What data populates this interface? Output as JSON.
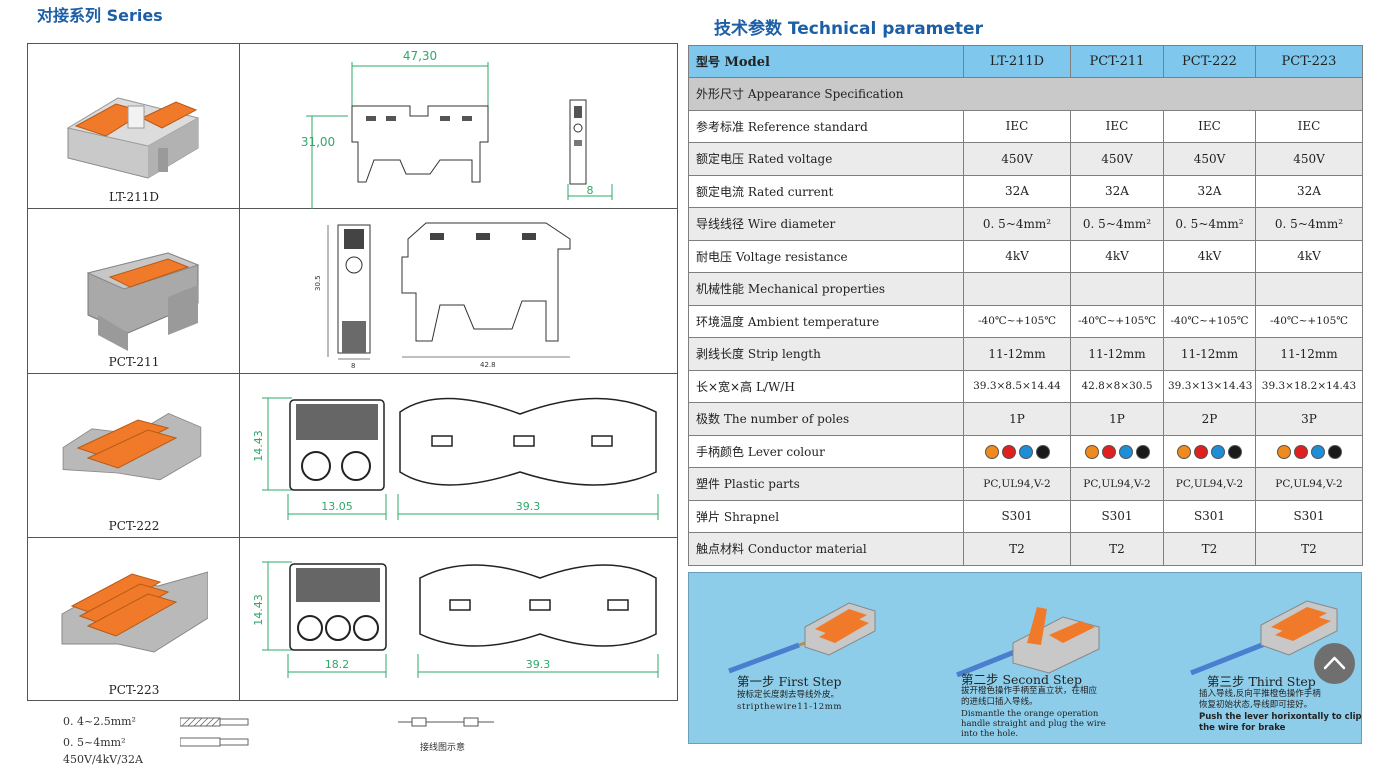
{
  "series": {
    "title": "对接系列 Series",
    "products": [
      {
        "label": "LT-211D",
        "dims": [
          "47,30",
          "31,00",
          "8"
        ]
      },
      {
        "label": "PCT-211",
        "dims": [
          "30.5",
          "8",
          "42.8"
        ]
      },
      {
        "label": "PCT-222",
        "dims": [
          "14.43",
          "13.05",
          "39.3"
        ]
      },
      {
        "label": "PCT-223",
        "dims": [
          "14.43",
          "18.2",
          "39.3"
        ]
      }
    ]
  },
  "legend": {
    "line1": "0. 4~2.5mm²",
    "line2": "0. 5~4mm²",
    "line3": "450V/4kV/32A",
    "caption": "接线图示意"
  },
  "technical": {
    "title": "技术参数 Technical parameter",
    "header": {
      "label_cn": "型号",
      "label_en": "Model",
      "models": [
        "LT-211D",
        "PCT-211",
        "PCT-222",
        "PCT-223"
      ]
    },
    "rows": [
      {
        "cn": "外形尺寸",
        "en": "Appearance Specification",
        "values": [],
        "style": "gray"
      },
      {
        "cn": "参考标准",
        "en": "Reference standard",
        "values": [
          "IEC",
          "IEC",
          "IEC",
          "IEC"
        ],
        "style": "plain"
      },
      {
        "cn": "额定电压",
        "en": "Rated voltage",
        "values": [
          "450V",
          "450V",
          "450V",
          "450V"
        ],
        "style": "alt"
      },
      {
        "cn": "额定电流",
        "en": "Rated current",
        "values": [
          "32A",
          "32A",
          "32A",
          "32A"
        ],
        "style": "plain"
      },
      {
        "cn": "导线线径",
        "en": "Wire diameter",
        "values": [
          "0. 5~4mm²",
          "0. 5~4mm²",
          "0. 5~4mm²",
          "0. 5~4mm²"
        ],
        "style": "alt"
      },
      {
        "cn": "耐电压",
        "en": "Voltage resistance",
        "values": [
          "4kV",
          "4kV",
          "4kV",
          "4kV"
        ],
        "style": "plain"
      },
      {
        "cn": "机械性能",
        "en": "Mechanical properties",
        "values": [
          "",
          "",
          "",
          ""
        ],
        "style": "alt"
      },
      {
        "cn": "环境温度",
        "en": "Ambient temperature",
        "values": [
          "-40℃~+105℃",
          "-40℃~+105℃",
          "-40℃~+105℃",
          "-40℃~+105℃"
        ],
        "style": "plain",
        "small": true
      },
      {
        "cn": "剥线长度",
        "en": "Strip length",
        "values": [
          "11-12mm",
          "11-12mm",
          "11-12mm",
          "11-12mm"
        ],
        "style": "alt"
      },
      {
        "cn": "长×宽×高",
        "en": "L/W/H",
        "values": [
          "39.3×8.5×14.44",
          "42.8×8×30.5",
          "39.3×13×14.43",
          "39.3×18.2×14.43"
        ],
        "style": "plain",
        "small": true
      },
      {
        "cn": "极数",
        "en": "The number of poles",
        "values": [
          "1P",
          "1P",
          "2P",
          "3P"
        ],
        "style": "alt"
      },
      {
        "cn": "手柄颜色",
        "en": "Lever colour",
        "values": [],
        "style": "plain",
        "dots": true
      },
      {
        "cn": "塑件",
        "en": "Plastic parts",
        "values": [
          "PC,UL94,V-2",
          "PC,UL94,V-2",
          "PC,UL94,V-2",
          "PC,UL94,V-2"
        ],
        "style": "alt",
        "small": true
      },
      {
        "cn": "弹片",
        "en": "Shrapnel",
        "values": [
          "S301",
          "S301",
          "S301",
          "S301"
        ],
        "style": "plain"
      },
      {
        "cn": "触点材料",
        "en": "Conductor material",
        "values": [
          "T2",
          "T2",
          "T2",
          "T2"
        ],
        "style": "alt"
      }
    ],
    "lever_colours": [
      "#f08a1c",
      "#e0201f",
      "#1e8ed6",
      "#1a1a1a"
    ]
  },
  "steps": [
    {
      "title": "第一步 First Step",
      "desc_cn": [
        "按标定长度剥去导线外皮。"
      ],
      "desc_en": [
        "stripthewire11-12mm"
      ]
    },
    {
      "title": "第二步 Second Step",
      "desc_cn": [
        "拔开橙色操作手柄至直立状，在相应",
        "的进线口插入导线。"
      ],
      "desc_en": [
        "Dismantle the orange operation",
        "handle straight and plug the wire",
        "into the hole."
      ]
    },
    {
      "title": "第三步 Third Step",
      "desc_cn": [
        "插入导线,反向平推橙色操作手柄",
        "恢复初始状态,导线即可接好。"
      ],
      "desc_en": [
        "Push the lever horixontally to clip",
        "the wire for brake"
      ]
    }
  ]
}
